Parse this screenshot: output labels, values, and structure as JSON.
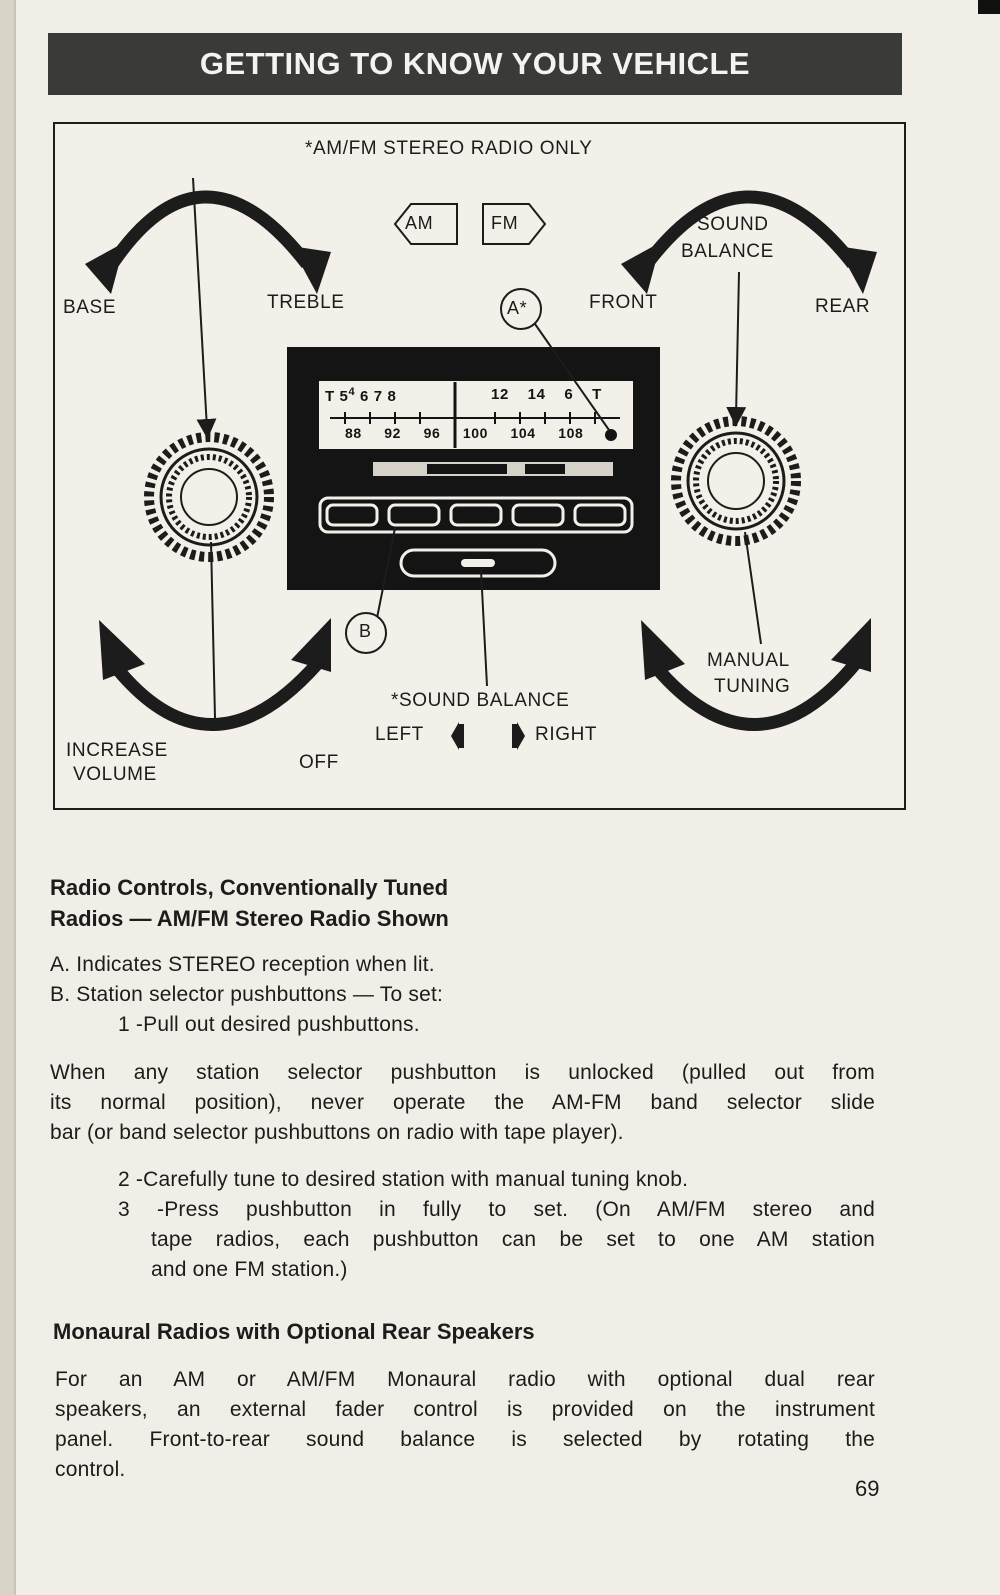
{
  "header": {
    "title": "GETTING TO KNOW YOUR VEHICLE"
  },
  "diagram": {
    "top_title": "*AM/FM STEREO RADIO ONLY",
    "band_buttons": {
      "am": "AM",
      "fm": "FM"
    },
    "labels": {
      "base": "BASE",
      "treble": "TREBLE",
      "sound_balance_top_line1": "*SOUND",
      "sound_balance_top_line2": "BALANCE",
      "front": "FRONT",
      "rear": "REAR",
      "callout_a": "A*",
      "callout_b": "B",
      "manual_tuning_line1": "MANUAL",
      "manual_tuning_line2": "TUNING",
      "sound_balance_bottom": "*SOUND BALANCE",
      "left": "LEFT",
      "right": "RIGHT",
      "increase_volume_line1": "INCREASE",
      "increase_volume_line2": "VOLUME",
      "off": "OFF"
    },
    "dial": {
      "top_left_marks": [
        "T",
        "5",
        "4",
        "6",
        "7",
        "8"
      ],
      "top_right_marks": [
        "12",
        "14",
        "6",
        "T"
      ],
      "fm_scale": [
        "88",
        "92",
        "96",
        "100",
        "104",
        "108"
      ]
    }
  },
  "section1": {
    "heading_line1": "Radio Controls, Conventionally Tuned",
    "heading_line2": "Radios — AM/FM Stereo Radio Shown",
    "item_a": "A. Indicates STEREO reception when lit.",
    "item_b": "B. Station selector pushbuttons — To set:",
    "step1": "1 -Pull out desired pushbuttons.",
    "warning_line1": "When any station selector pushbutton is unlocked (pulled out from",
    "warning_line2": "its normal position), never operate the AM-FM band selector slide",
    "warning_line3": "bar (or band selector pushbuttons on radio with tape player).",
    "step2": "2 -Carefully tune to desired station with manual tuning knob.",
    "step3_line1": "3 -Press pushbutton in fully to set. (On AM/FM stereo and",
    "step3_line2": "tape radios, each pushbutton can be set to one AM station",
    "step3_line3": "and one FM station.)"
  },
  "section2": {
    "heading": "Monaural Radios with Optional Rear Speakers",
    "line1": "For an AM or AM/FM Monaural radio with optional dual rear",
    "line2": "speakers, an external fader control is provided on the instrument",
    "line3": "panel. Front-to-rear sound balance is selected by rotating the",
    "line4": "control."
  },
  "page_number": "69"
}
